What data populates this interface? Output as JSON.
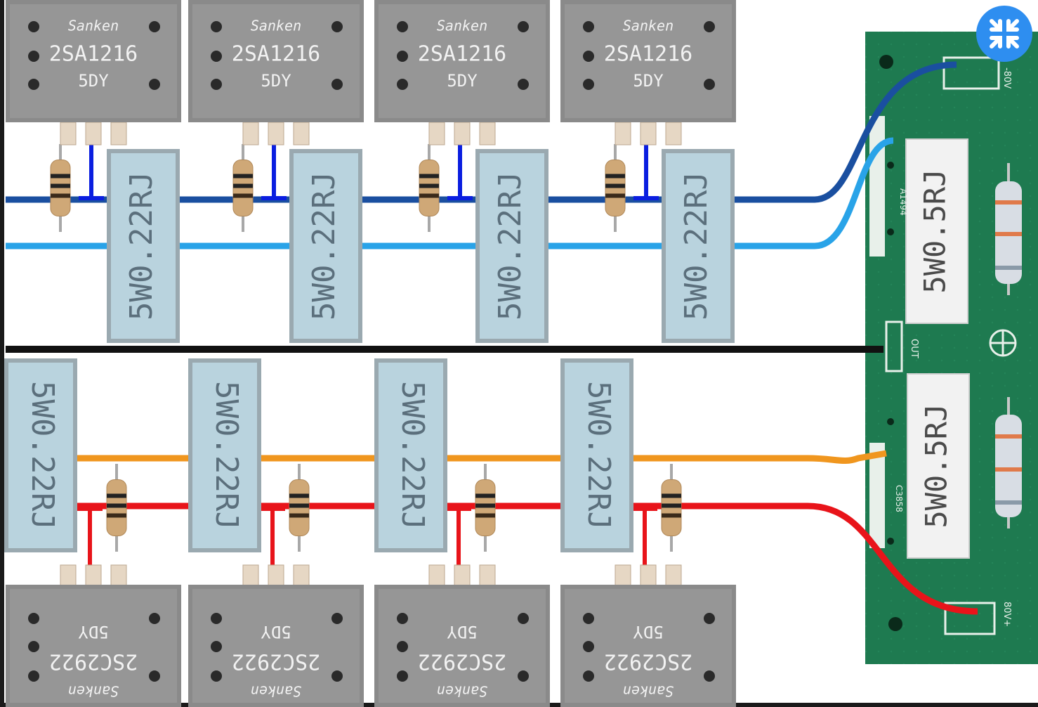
{
  "transistors_top": [
    {
      "brand": "Sanken",
      "part": "2SA1216",
      "code": "5DY"
    },
    {
      "brand": "Sanken",
      "part": "2SA1216",
      "code": "5DY"
    },
    {
      "brand": "Sanken",
      "part": "2SA1216",
      "code": "5DY"
    },
    {
      "brand": "Sanken",
      "part": "2SA1216",
      "code": "5DY"
    }
  ],
  "transistors_bottom": [
    {
      "brand": "Sanken",
      "part": "2SC2922",
      "code": "5DY"
    },
    {
      "brand": "Sanken",
      "part": "2SC2922",
      "code": "5DY"
    },
    {
      "brand": "Sanken",
      "part": "2SC2922",
      "code": "5DY"
    },
    {
      "brand": "Sanken",
      "part": "2SC2922",
      "code": "5DY"
    }
  ],
  "emitter_resistor_label": "5W0.22RJ",
  "board": {
    "resistor_label": "5W0.5RJ",
    "silk_out": "OUT",
    "silk_top_code": "A1494",
    "silk_bottom_code": "C3858",
    "silk_top_rail": "-80V",
    "silk_bottom_rail": "80V+"
  },
  "colors": {
    "wire_dark_blue": "#1a4fa0",
    "wire_light_blue": "#29a3e8",
    "wire_black": "#111111",
    "wire_orange": "#f0961e",
    "wire_red": "#e8141a",
    "stub_blue": "#0a1ee0",
    "stub_red": "#e8141a",
    "transistor_body": "#8a8a8a",
    "resistor_body": "#b9d3de",
    "pcb_green": "#1e7a50",
    "button_blue": "#2e8ef0"
  },
  "icons": {
    "collapse": "collapse-arrows-icon"
  }
}
